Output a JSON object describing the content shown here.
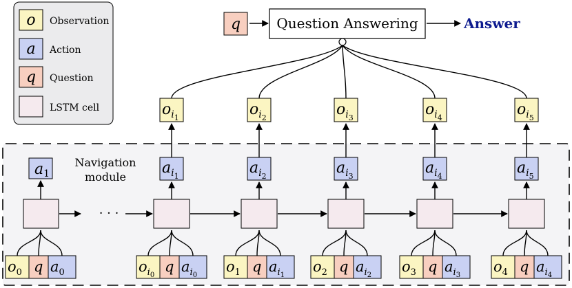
{
  "legend": {
    "items": [
      {
        "symbol": "o",
        "label": "Observation",
        "color": "#fbf5c2"
      },
      {
        "symbol": "a",
        "label": "Action",
        "color": "#c9d1f3"
      },
      {
        "symbol": "q",
        "label": "Question",
        "color": "#f8cfc0"
      },
      {
        "symbol": "",
        "label": "LSTM cell",
        "color": "#f5eaee"
      }
    ]
  },
  "qa": {
    "input_symbol": "q",
    "box_label": "Question Answering",
    "answer_label": "Answer",
    "answer_color": "#0d1b8f"
  },
  "nav": {
    "label_line1": "Navigation",
    "label_line2": "module",
    "first_action_base": "a",
    "first_action_sub": "1",
    "ellipsis": "· · ·"
  },
  "first_step": {
    "inputs": [
      {
        "base": "o",
        "sub": "0"
      },
      {
        "base": "q",
        "sub": ""
      },
      {
        "base": "a",
        "sub": "0"
      }
    ]
  },
  "steps": [
    {
      "obs_sub": "i",
      "obs_subsub": "1",
      "act_sub": "i",
      "act_subsub": "1",
      "in_o_sub": "i",
      "in_o_subsub": "0",
      "in_a_sub": "i",
      "in_a_subsub": "0"
    },
    {
      "obs_sub": "i",
      "obs_subsub": "2",
      "act_sub": "i",
      "act_subsub": "2",
      "in_o_sub": "1",
      "in_o_subsub": "",
      "in_a_sub": "i",
      "in_a_subsub": "1"
    },
    {
      "obs_sub": "i",
      "obs_subsub": "3",
      "act_sub": "i",
      "act_subsub": "3",
      "in_o_sub": "2",
      "in_o_subsub": "",
      "in_a_sub": "i",
      "in_a_subsub": "2"
    },
    {
      "obs_sub": "i",
      "obs_subsub": "4",
      "act_sub": "i",
      "act_subsub": "4",
      "in_o_sub": "3",
      "in_o_subsub": "",
      "in_a_sub": "i",
      "in_a_subsub": "3"
    },
    {
      "obs_sub": "i",
      "obs_subsub": "5",
      "act_sub": "i",
      "act_subsub": "5",
      "in_o_sub": "4",
      "in_o_subsub": "",
      "in_a_sub": "i",
      "in_a_subsub": "4"
    }
  ],
  "colors": {
    "observation": "#fbf5c2",
    "action": "#c9d1f3",
    "question": "#f8cfc0",
    "lstm": "#f5eaee",
    "legend_bg": "#ebebed",
    "nav_bg": "#f4f4f6"
  }
}
